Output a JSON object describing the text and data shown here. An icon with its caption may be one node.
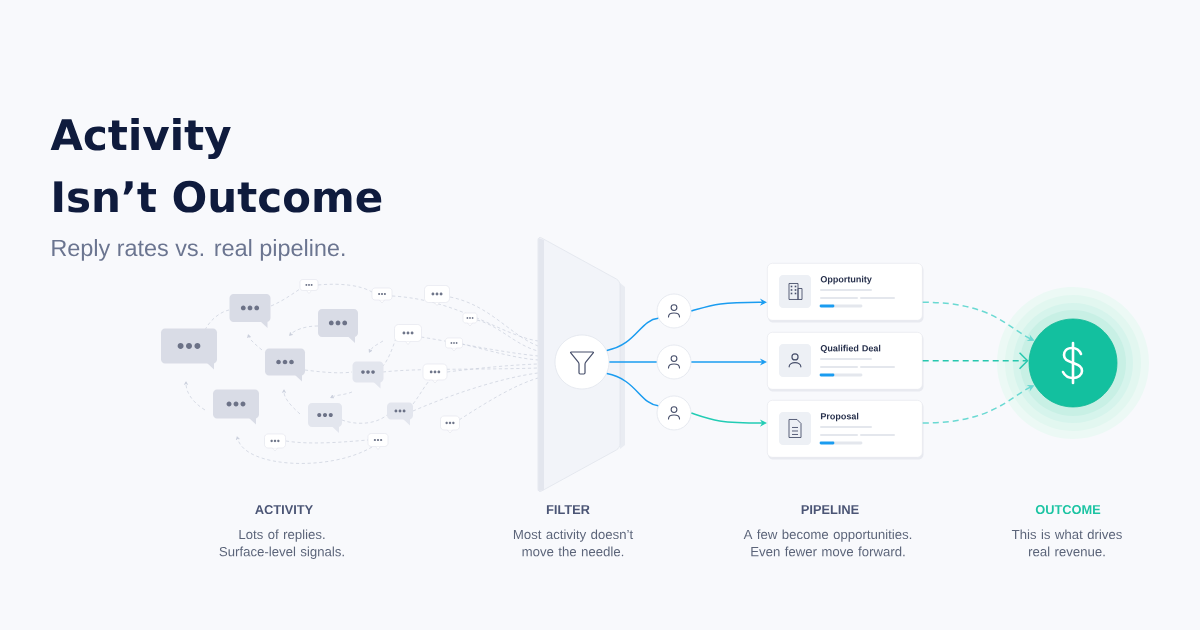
{
  "diagram": {
    "title": "Activity Isn’t Outcome",
    "nodes": [
      {
        "text": [],
        "shape": "circle"
      },
      {
        "text": [],
        "shape": "circle"
      },
      {
        "text": [],
        "shape": "circle"
      },
      {
        "text": [],
        "shape": "circle"
      },
      {
        "text": [
          "Opportunity"
        ]
      },
      {
        "text": [
          "Qualified Deal"
        ]
      },
      {
        "text": [
          "Proposal"
        ]
      },
      {
        "text": [],
        "shape": "circle"
      }
    ],
    "edges": [
      {
        "from": 0,
        "to": 1,
        "arrow": "none"
      },
      {
        "from": 0,
        "to": 2,
        "arrow": "none"
      },
      {
        "from": 0,
        "to": 3,
        "arrow": "none"
      },
      {
        "from": 1,
        "to": 4,
        "arrow": "to"
      },
      {
        "from": 2,
        "to": 5,
        "arrow": "to"
      },
      {
        "from": 3,
        "to": 6,
        "arrow": "to",
        "color": "#22ccb4"
      },
      {
        "from": 4,
        "to": 7,
        "arrow": "to",
        "style": "dashed",
        "color": "#6ad9d2"
      },
      {
        "from": 5,
        "to": 7,
        "arrow": "to",
        "style": "dashed",
        "color": "#27c7ae"
      },
      {
        "from": 6,
        "to": 7,
        "arrow": "to",
        "style": "dashed",
        "color": "#6ad9d2"
      }
    ],
    "labels": [
      "Reply rates vs. real pipeline.",
      "ACTIVITY",
      "Lots of replies. Surface-level signals.",
      "FILTER",
      "Most activity doesn’t move the needle.",
      "PIPELINE",
      "A few become opportunities. Even fewer move forward.",
      "OUTCOME",
      "This is what drives real revenue."
    ]
  }
}
